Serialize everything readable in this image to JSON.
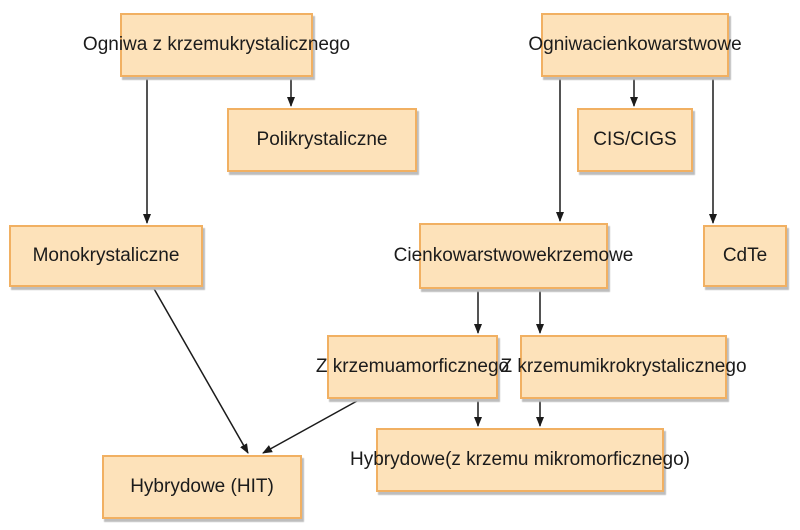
{
  "colors": {
    "box_fill": "#fde2ba",
    "box_border": "#f1b062",
    "arrow": "#1b1b1b"
  },
  "nodes": {
    "crystalline_silicon": {
      "lines": [
        "Ogniwa z krzemu",
        "krystalicznego"
      ]
    },
    "thin_film": {
      "lines": [
        "Ogniwa",
        "cienkowarstwowe"
      ]
    },
    "polycrystalline": {
      "lines": [
        "Polikrystaliczne"
      ]
    },
    "cis_cigs": {
      "lines": [
        "CIS/CIGS"
      ]
    },
    "monocrystalline": {
      "lines": [
        "Monokrystaliczne"
      ]
    },
    "thin_film_silicon": {
      "lines": [
        "Cienkowarstwowe",
        "krzemowe"
      ]
    },
    "cdte": {
      "lines": [
        "CdTe"
      ]
    },
    "amorphous": {
      "lines": [
        "Z krzemu",
        "amorficznego"
      ]
    },
    "microcrystalline": {
      "lines": [
        "Z krzemu",
        "mikrokrystalicznego"
      ]
    },
    "hybrid_micromorph": {
      "lines": [
        "Hybrydowe",
        "(z krzemu mikromorficznego)"
      ]
    },
    "hybrid_hit": {
      "lines": [
        "Hybrydowe (HIT)"
      ]
    }
  },
  "edges": [
    {
      "from": "crystalline_silicon",
      "to": "polycrystalline"
    },
    {
      "from": "crystalline_silicon",
      "to": "monocrystalline"
    },
    {
      "from": "thin_film",
      "to": "cis_cigs"
    },
    {
      "from": "thin_film",
      "to": "thin_film_silicon"
    },
    {
      "from": "thin_film",
      "to": "cdte"
    },
    {
      "from": "thin_film_silicon",
      "to": "amorphous"
    },
    {
      "from": "thin_film_silicon",
      "to": "microcrystalline"
    },
    {
      "from": "amorphous",
      "to": "hybrid_micromorph"
    },
    {
      "from": "microcrystalline",
      "to": "hybrid_micromorph"
    },
    {
      "from": "monocrystalline",
      "to": "hybrid_hit"
    },
    {
      "from": "amorphous",
      "to": "hybrid_hit"
    }
  ]
}
